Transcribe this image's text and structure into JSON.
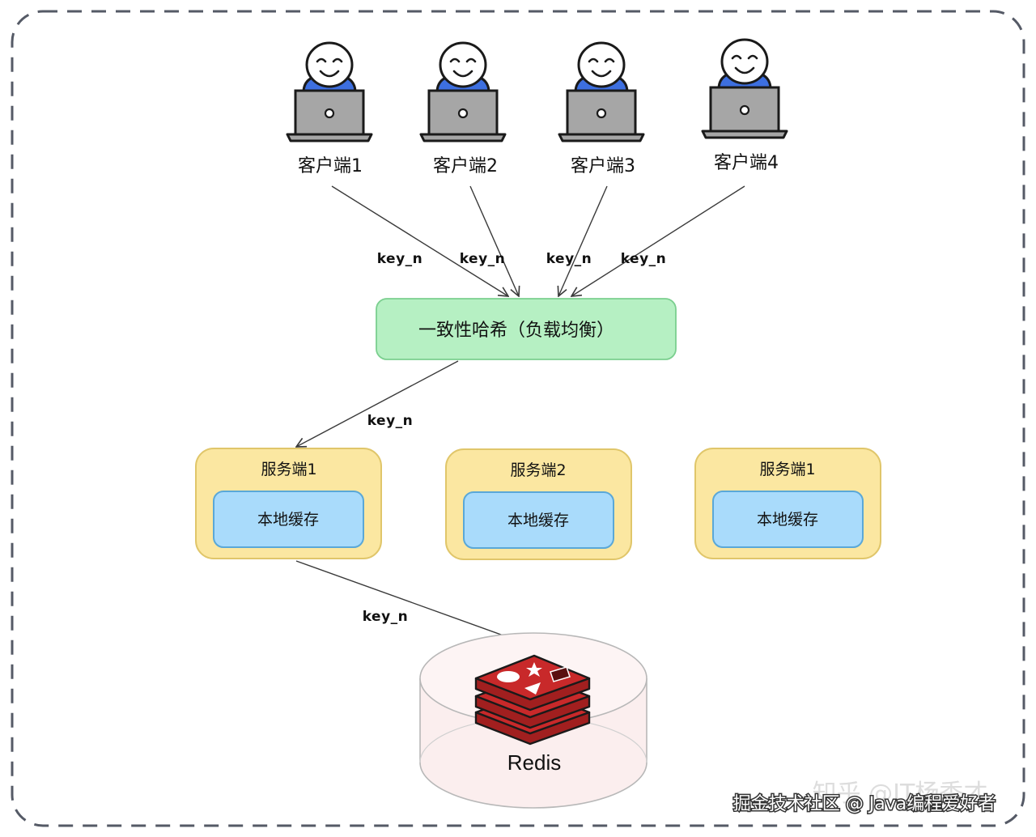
{
  "diagram": {
    "clients": [
      {
        "label": "客户端1"
      },
      {
        "label": "客户端2"
      },
      {
        "label": "客户端3"
      },
      {
        "label": "客户端4"
      }
    ],
    "edge_labels": {
      "client_1": "key_n",
      "client_2": "key_n",
      "client_3": "key_n",
      "client_4": "key_n",
      "to_server": "key_n",
      "to_redis": "key_n"
    },
    "load_balancer": {
      "label": "一致性哈希（负载均衡）",
      "fill": "#b6f0c3",
      "stroke": "#7bcf8f"
    },
    "servers": [
      {
        "title": "服务端1",
        "cache_label": "本地缓存"
      },
      {
        "title": "服务端2",
        "cache_label": "本地缓存"
      },
      {
        "title": "服务端1",
        "cache_label": "本地缓存"
      }
    ],
    "colors": {
      "server_fill": "#fbe7a1",
      "server_stroke": "#e0c66a",
      "cache_fill": "#a9dbfb",
      "cache_stroke": "#5aa8d8",
      "client_shirt": "#3d6fe0",
      "redis_red": "#c8292a",
      "cylinder_fill": "#fbeeee"
    },
    "redis": {
      "label": "Redis"
    },
    "watermark": {
      "faint": "知乎 @IT杨秀才",
      "main": "掘金技术社区 @ Java编程爱好者"
    }
  }
}
